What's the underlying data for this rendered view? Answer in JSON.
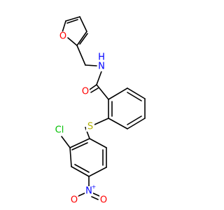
{
  "colors": {
    "bond": "#000000",
    "carbon": "#000000",
    "oxygen": "#ff0000",
    "nitrogen": "#0000ff",
    "sulfur": "#b2b200",
    "chlorine": "#00c000",
    "background": "#ffffff"
  },
  "atoms": {
    "furan_oxygen": "O",
    "amide_nitrogen": "N",
    "amide_hydrogen": "H",
    "amide_oxygen": "O",
    "thioether_sulfur": "S",
    "chlorine": "Cl",
    "nitro_nitrogen": "N",
    "nitro_nitrogen_charge": "+",
    "nitro_oxygen_left": "O",
    "nitro_oxygen_left_charge": "-",
    "nitro_oxygen_right": "O"
  }
}
